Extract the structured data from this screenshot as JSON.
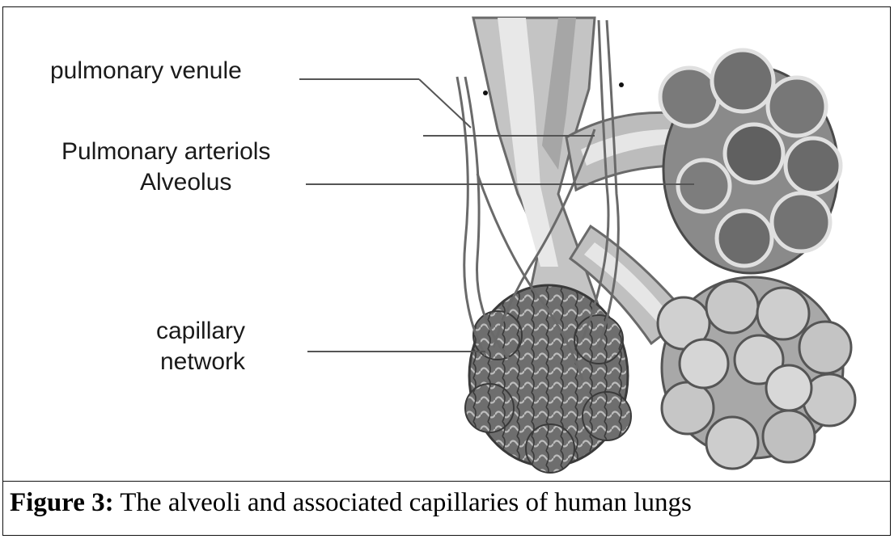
{
  "labels": {
    "pulmonary_venule": "pulmonary venule",
    "pulmonary_arteriols": "Pulmonary arteriols",
    "alveolus": "Alveolus",
    "capillary_line1": "capillary",
    "capillary_line2": "network"
  },
  "caption": {
    "prefix": "Figure 3:",
    "text": " The alveoli and associated capillaries of human lungs"
  }
}
